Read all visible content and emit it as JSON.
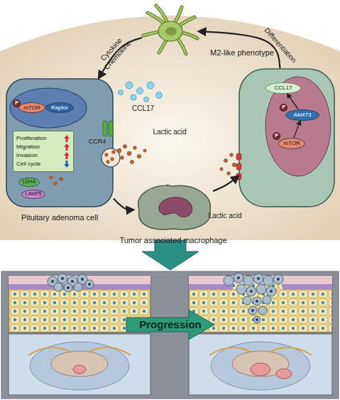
{
  "diagram": {
    "nodes": [
      {
        "text": [
          "M2-like phenotype"
        ]
      },
      {
        "text": [
          "Pituitary adenoma cell"
        ]
      },
      {
        "text": [
          "P"
        ],
        "in": 1
      },
      {
        "text": [
          "mTOR"
        ],
        "in": 1
      },
      {
        "text": [
          "Raptor"
        ],
        "in": 1
      },
      {
        "text": [
          "Proliferation",
          "Migration",
          "Invasion",
          "Cell cycle"
        ],
        "in": 1
      },
      {
        "text": [
          "LDHA"
        ],
        "in": 1
      },
      {
        "text": [
          "LAMP5"
        ],
        "in": 1
      },
      {
        "text": [
          "CCR4"
        ],
        "in": 1
      },
      {
        "text": []
      },
      {
        "text": [
          "CCL17"
        ],
        "in": 9
      },
      {
        "text": [
          "P"
        ],
        "in": 9
      },
      {
        "text": [
          "Akt473"
        ],
        "in": 9
      },
      {
        "text": [
          "P"
        ],
        "in": 9
      },
      {
        "text": [
          "mTOR"
        ],
        "in": 9
      },
      {
        "text": [
          "Tumor associated macrophage"
        ]
      },
      {
        "text": [
          "Progression"
        ]
      }
    ],
    "edges": [
      {
        "from": 0,
        "to": 1,
        "label": "Cytokine Chemokine",
        "arrow": "to"
      },
      {
        "from": 9,
        "to": 0,
        "label": "Differentiation",
        "arrow": "to"
      },
      {
        "from": 1,
        "to": 15,
        "label": "Lactic acid",
        "arrow": "to"
      },
      {
        "from": 15,
        "to": 9,
        "label": "Lactic acid",
        "arrow": "to"
      },
      {
        "from": 14,
        "to": 12,
        "arrow": "to"
      },
      {
        "from": 12,
        "to": 10,
        "arrow": "to"
      }
    ],
    "labels": [
      "CCL17"
    ]
  }
}
